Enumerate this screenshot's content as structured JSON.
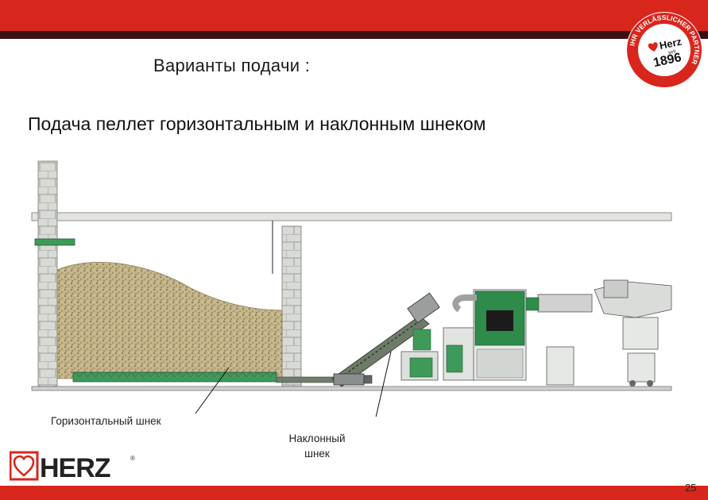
{
  "header": {
    "seal": {
      "ring_text": "IHR VERLÄSSLICHER PARTNER",
      "brand": "Herz",
      "since": "seit",
      "year": "1896"
    }
  },
  "title": "Варианты подачи :",
  "subtitle": "Подача пеллет горизонтальным и наклонным шнеком",
  "callouts": {
    "horizontal": "Горизонтальный шнек",
    "inclined_line1": "Наклонный",
    "inclined_line2": "шнек"
  },
  "footer": {
    "brand": "HERZ",
    "registered": "®",
    "page_number": "25"
  },
  "colors": {
    "brand_red": "#d9261c",
    "boiler_green": "#2e8b4a",
    "conveyor_green": "#3f9a5a",
    "pellet": "#b8a878",
    "wall_grey": "#d8dad6"
  },
  "icons": [
    "heart-logo-icon",
    "herz-seal-icon"
  ]
}
